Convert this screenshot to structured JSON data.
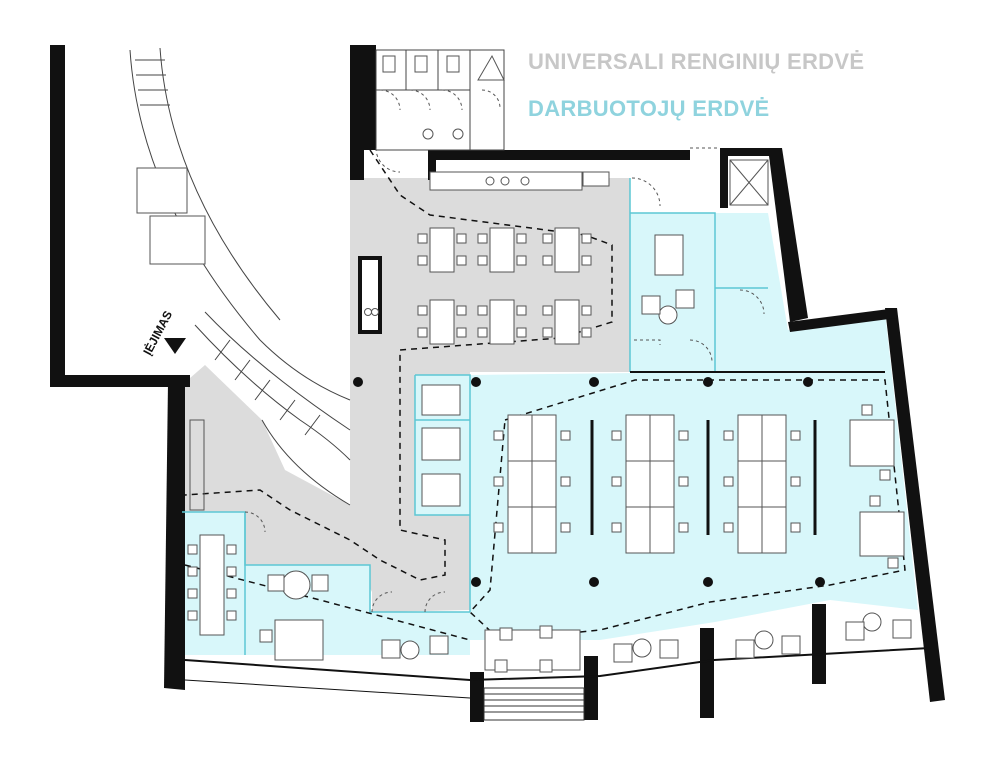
{
  "legend": {
    "universal_label": "UNIVERSALI RENGINIŲ ERDVĖ",
    "universal_color": "#c7c7c7",
    "staff_label": "DARBUOTOJŲ ERDVĖ",
    "staff_color": "#8fd3de"
  },
  "entrance": {
    "label": "ĮĖJIMAS"
  },
  "colors": {
    "universal_fill": "#dcdcdc",
    "staff_fill": "#d8f7fa",
    "wall": "#111111"
  }
}
